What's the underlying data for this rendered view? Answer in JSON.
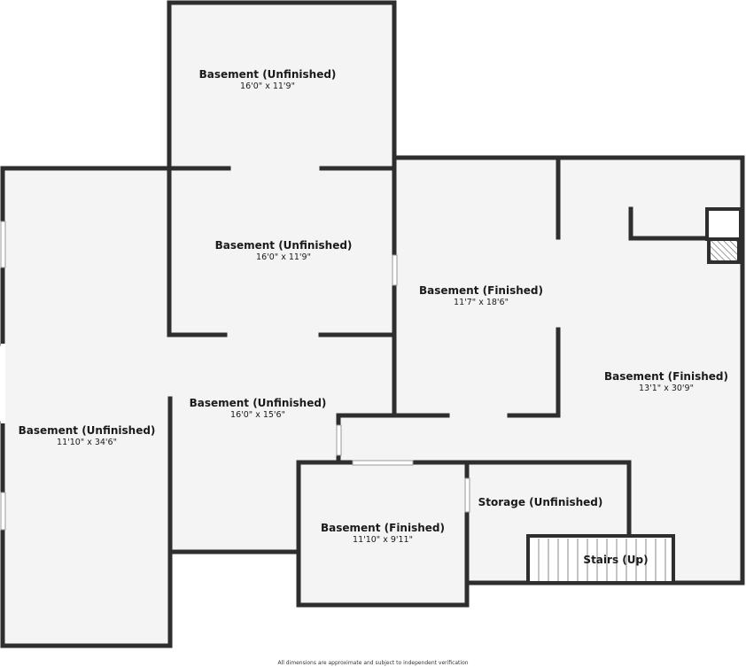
{
  "rooms": [
    {
      "name": "Basement (Unfinished)",
      "dims": "16'0\" x 11'9\""
    },
    {
      "name": "Basement (Unfinished)",
      "dims": "16'0\" x 11'9\""
    },
    {
      "name": "Basement (Finished)",
      "dims": "11'7\" x 18'6\""
    },
    {
      "name": "Basement (Finished)",
      "dims": "13'1\" x 30'9\""
    },
    {
      "name": "Basement (Unfinished)",
      "dims": "16'0\" x 15'6\""
    },
    {
      "name": "Basement (Unfinished)",
      "dims": "11'10\" x 34'6\""
    },
    {
      "name": "Storage (Unfinished)",
      "dims": ""
    },
    {
      "name": "Basement (Finished)",
      "dims": "11'10\" x 9'11\""
    },
    {
      "name": "Stairs (Up)",
      "dims": ""
    }
  ],
  "disclaimer": "All dimensions are approximate and subject to independent verification",
  "colors": {
    "wall": "#2e2e2e",
    "floor": "#f4f4f4",
    "window": "#ffffff",
    "hatch": "#555555"
  }
}
